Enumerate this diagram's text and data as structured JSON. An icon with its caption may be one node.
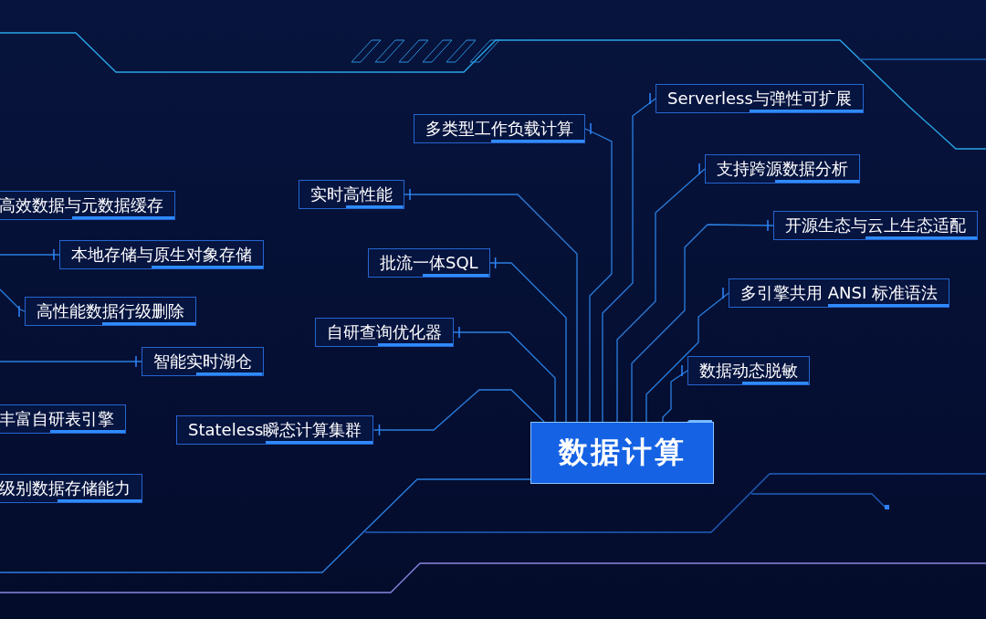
{
  "diagram": {
    "nodes": [
      {
        "text": [
          "数据计算"
        ]
      },
      {
        "text": [
          "Serverless与弹性可扩展"
        ]
      },
      {
        "text": [
          "多类型工作负载计算"
        ]
      },
      {
        "text": [
          "支持跨源数据分析"
        ]
      },
      {
        "text": [
          "实时高性能"
        ]
      },
      {
        "text": [
          "高效数据与元数据缓存"
        ]
      },
      {
        "text": [
          "开源生态与云上生态适配"
        ]
      },
      {
        "text": [
          "本地存储与原生对象存储"
        ]
      },
      {
        "text": [
          "批流一体SQL"
        ]
      },
      {
        "text": [
          "多引擎共用 ANSI 标准语法"
        ]
      },
      {
        "text": [
          "高性能数据行级删除"
        ]
      },
      {
        "text": [
          "自研查询优化器"
        ]
      },
      {
        "text": [
          "智能实时湖仓"
        ]
      },
      {
        "text": [
          "数据动态脱敏"
        ]
      },
      {
        "text": [
          "丰富自研表引擎"
        ]
      },
      {
        "text": [
          "Stateless瞬态计算集群"
        ]
      },
      {
        "text": [
          "级别数据存储能力"
        ]
      }
    ],
    "edges": [
      {
        "from": 1,
        "to": 0,
        "arrow": "none"
      },
      {
        "from": 2,
        "to": 0,
        "arrow": "none"
      },
      {
        "from": 3,
        "to": 0,
        "arrow": "none"
      },
      {
        "from": 4,
        "to": 0,
        "arrow": "none"
      },
      {
        "from": 6,
        "to": 0,
        "arrow": "none"
      },
      {
        "from": 8,
        "to": 0,
        "arrow": "none"
      },
      {
        "from": 9,
        "to": 0,
        "arrow": "none"
      },
      {
        "from": 11,
        "to": 0,
        "arrow": "none"
      },
      {
        "from": 13,
        "to": 0,
        "arrow": "none"
      },
      {
        "from": 15,
        "to": 0,
        "arrow": "none"
      },
      {
        "from": null,
        "to": 7,
        "arrow": "none"
      },
      {
        "from": null,
        "to": 10,
        "arrow": "none"
      },
      {
        "from": null,
        "to": 12,
        "arrow": "none"
      }
    ]
  }
}
